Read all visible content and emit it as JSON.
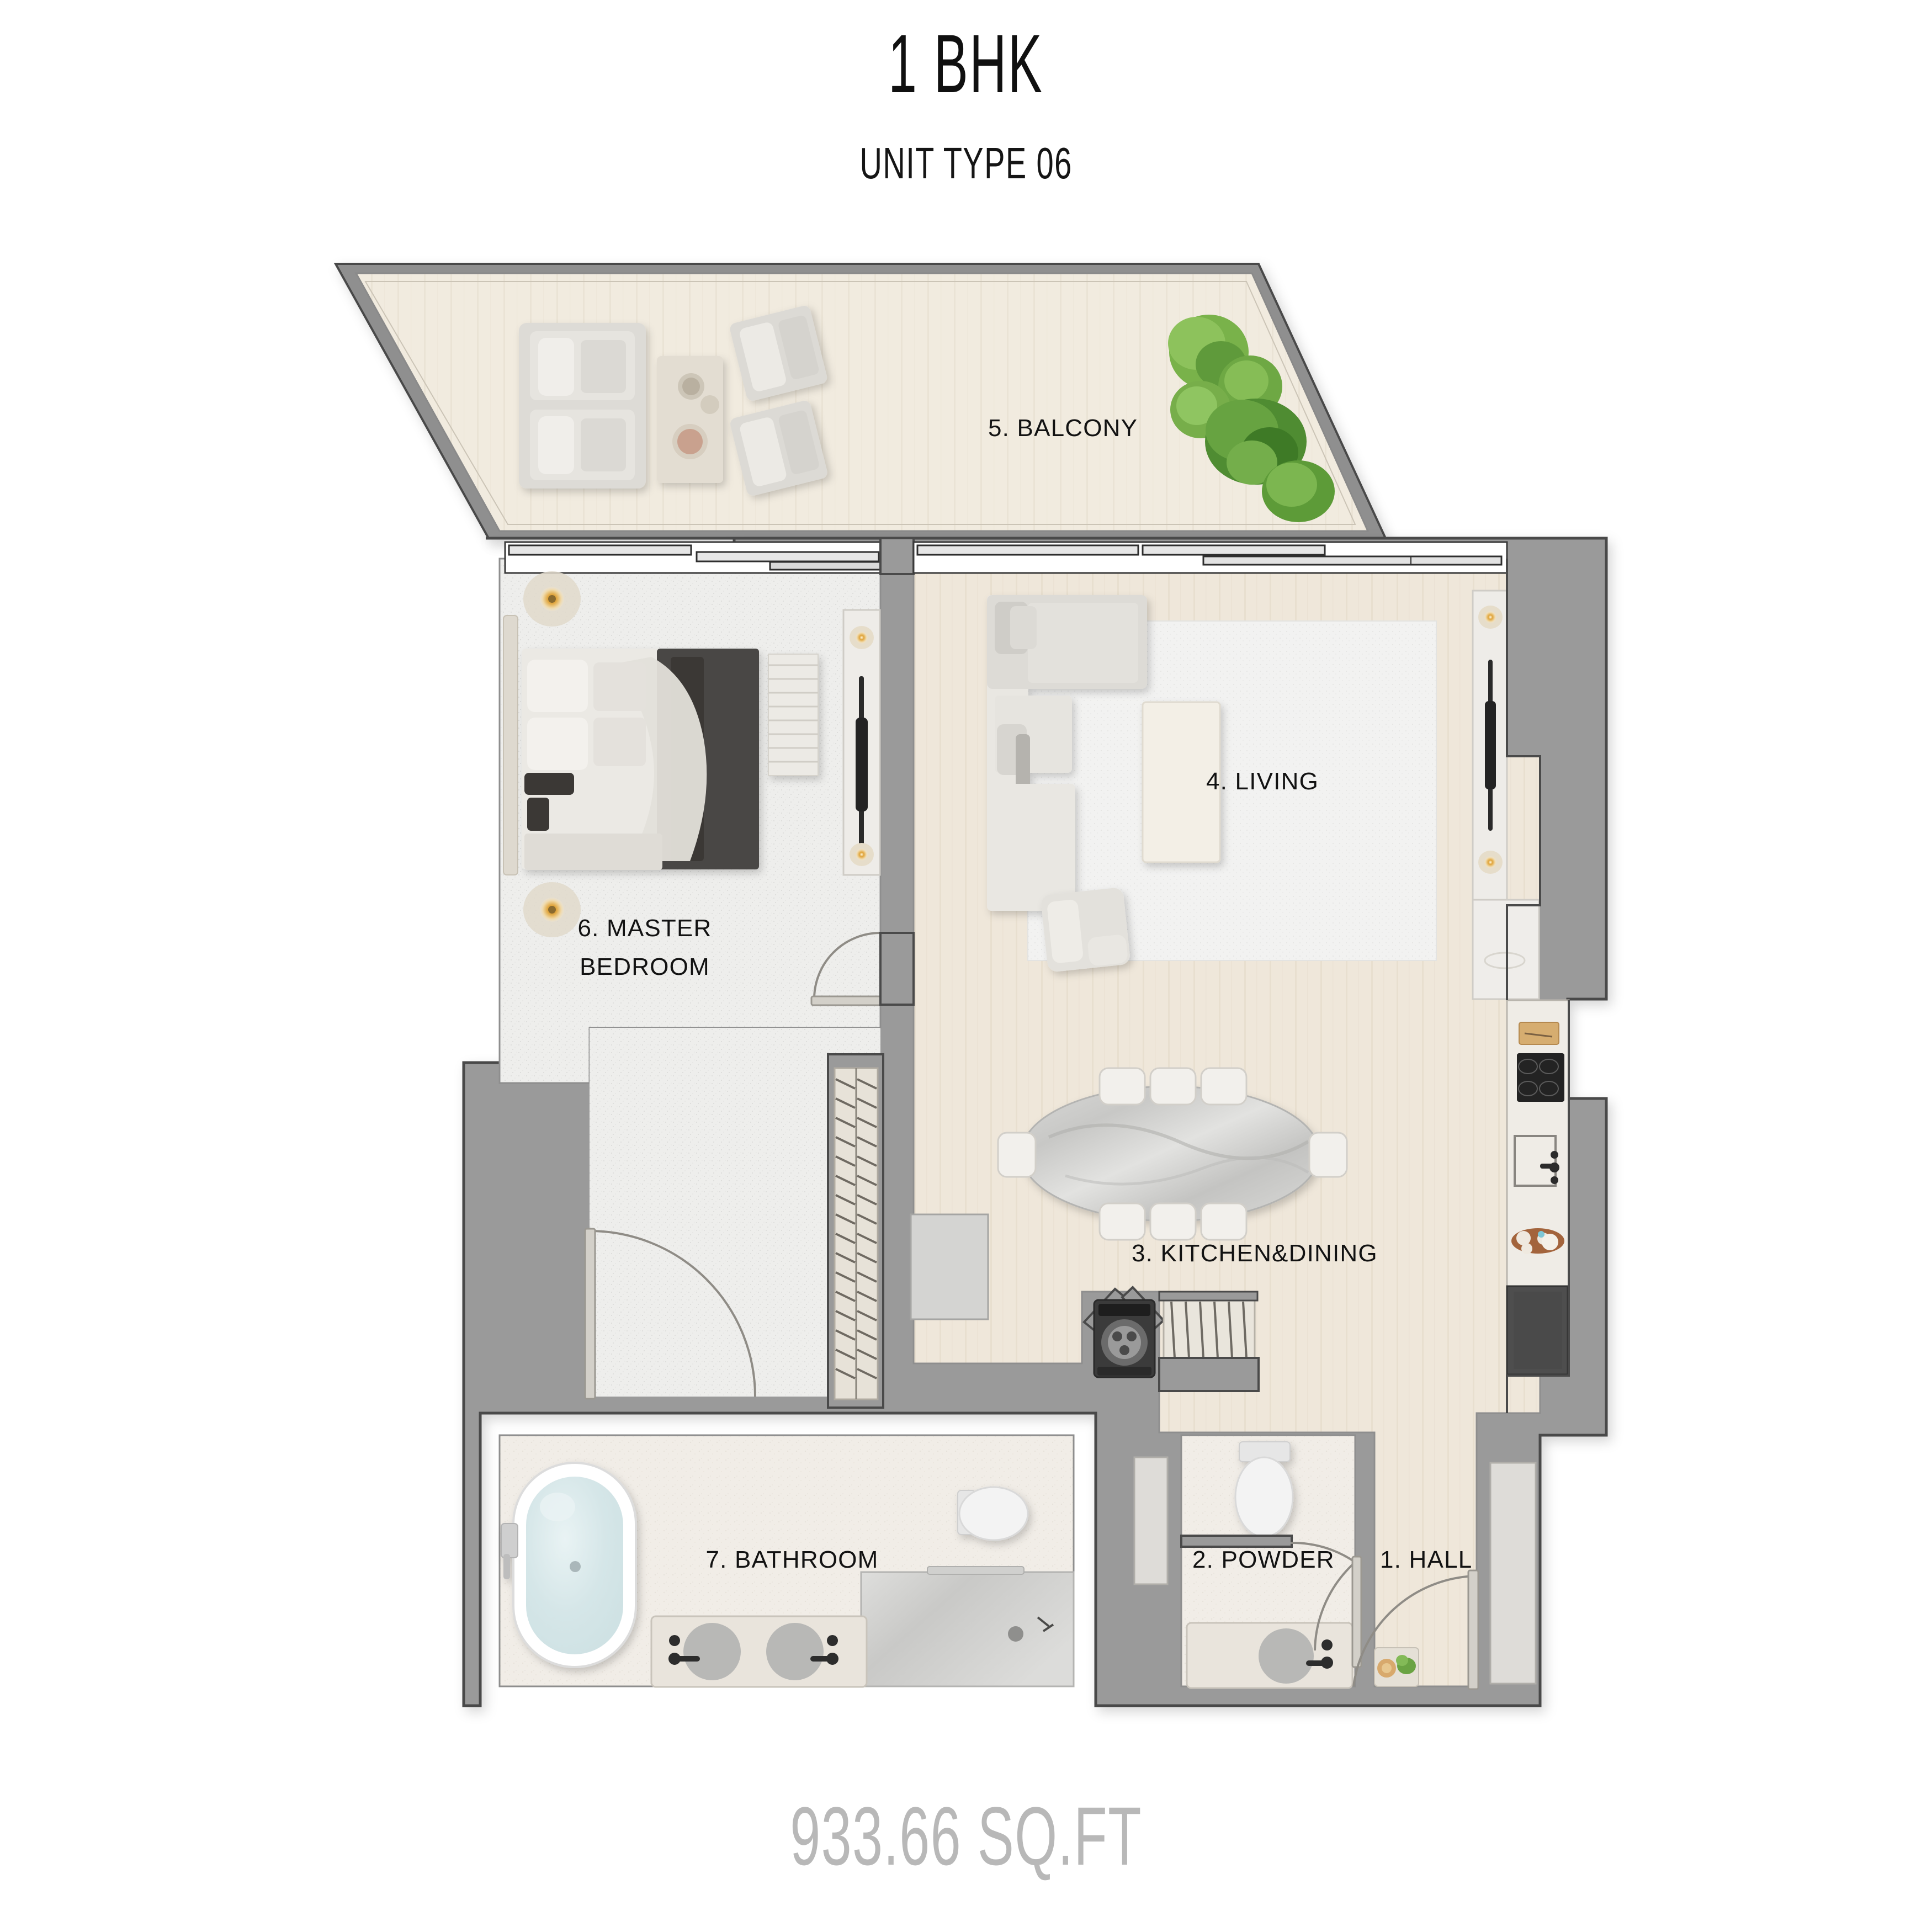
{
  "header": {
    "title": "1 BHK",
    "subtitle": "UNIT TYPE 06"
  },
  "footer": {
    "area": "933.66 SQ.FT"
  },
  "plan": {
    "rooms": [
      {
        "number": "1",
        "label": "1. HALL"
      },
      {
        "number": "2",
        "label": "2. POWDER"
      },
      {
        "number": "3",
        "label": "3. KITCHEN&DINING"
      },
      {
        "number": "4",
        "label": "4. LIVING"
      },
      {
        "number": "5",
        "label": "5. BALCONY"
      },
      {
        "number": "6",
        "label_line1": "6. MASTER",
        "label_line2": "BEDROOM"
      },
      {
        "number": "7",
        "label": "7. BATHROOM"
      }
    ],
    "colors": {
      "wall": "#9a9a9a",
      "wall_stroke": "#4a4a4a",
      "wood_floor": "#ece2d2",
      "wood_floor_light": "#f2ebdf",
      "carpet": "#ededea",
      "stone_floor": "#f0ece6",
      "furniture": "#d8d6d2",
      "foliage": "#6aa343",
      "text": "#121212",
      "area_text": "#b8b8b8",
      "bathtub_water": "#d7e6e8"
    }
  }
}
